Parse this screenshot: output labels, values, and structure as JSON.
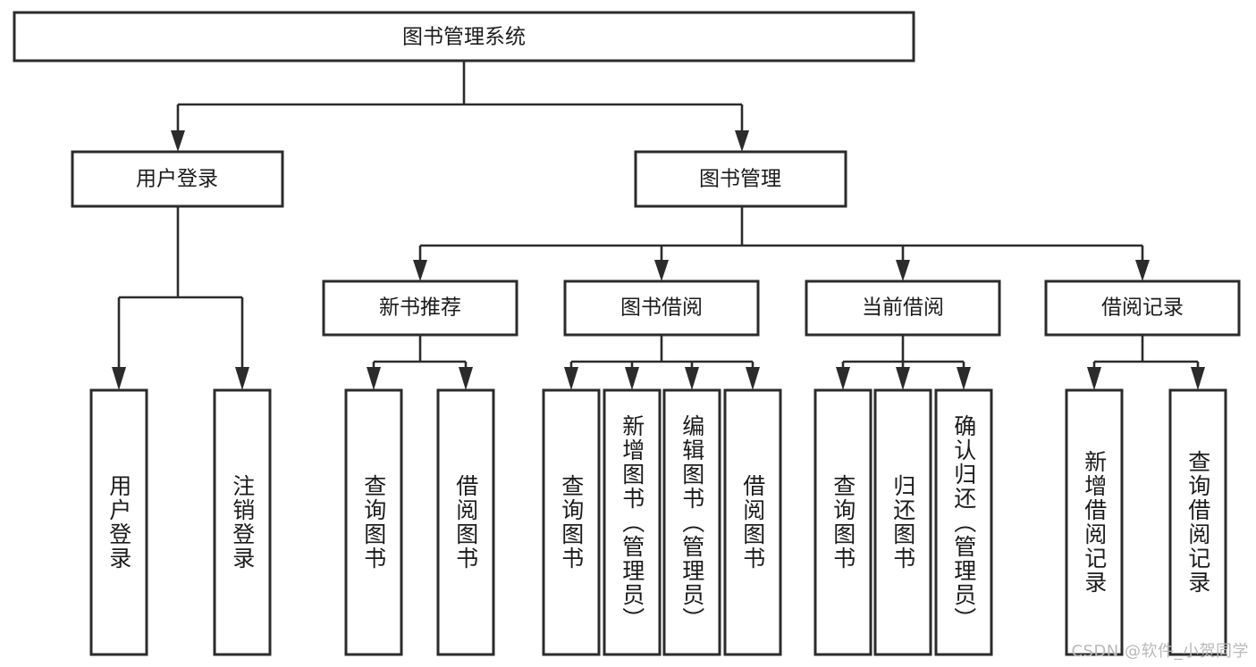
{
  "diagram": {
    "title": "图书管理系统",
    "type": "tree-hierarchy-chart",
    "orientation": "top-down",
    "colors": {
      "box_stroke": "#2b2b2b",
      "box_fill": "#ffffff",
      "connector": "#2b2b2b",
      "text": "#1b1b1b",
      "background": "#ffffff",
      "watermark": "#b9b9b9"
    },
    "root": {
      "label": "图书管理系统"
    },
    "level2": [
      {
        "label": "用户登录"
      },
      {
        "label": "图书管理"
      }
    ],
    "level3": [
      {
        "label": "新书推荐"
      },
      {
        "label": "图书借阅"
      },
      {
        "label": "当前借阅"
      },
      {
        "label": "借阅记录"
      }
    ],
    "leaves": {
      "user_login": [
        {
          "label": "用户登录"
        },
        {
          "label": "注销登录"
        }
      ],
      "new_book_recommend": [
        {
          "label": "查询图书"
        },
        {
          "label": "借阅图书"
        }
      ],
      "book_borrow": [
        {
          "label": "查询图书"
        },
        {
          "label": "新增图书（管理员）"
        },
        {
          "label": "编辑图书（管理员）"
        },
        {
          "label": "借阅图书"
        }
      ],
      "current_borrow": [
        {
          "label": "查询图书"
        },
        {
          "label": "归还图书"
        },
        {
          "label": "确认归还（管理员）"
        }
      ],
      "borrow_record": [
        {
          "label": "新增借阅记录"
        },
        {
          "label": "查询借阅记录"
        }
      ]
    }
  },
  "watermark": {
    "text": "CSDN @软件_小贺同学"
  }
}
